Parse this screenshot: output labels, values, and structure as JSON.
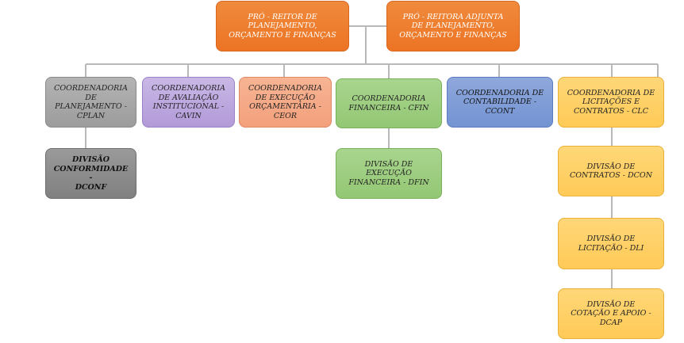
{
  "top": {
    "pro_reitor": "PRÓ - REITOR DE\nPLANEJAMENTO,\nORÇAMENTO E FINANÇAS",
    "pro_reitora_adjunta": "PRÓ - REITORA ADJUNTA\nDE PLANEJAMENTO,\nORÇAMENTO E FINANÇAS"
  },
  "coordenadorias": [
    {
      "label": "COORDENADORIA\nDE\nPLANEJAMENTO -\nCPLAN"
    },
    {
      "label": "COORDENADORIA\nDE AVALIAÇÃO\nINSTITUCIONAL -\nCAVIN"
    },
    {
      "label": "COORDENADORIA\nDE EXECUÇÃO\nORÇAMENTÁRIA -\nCEOR"
    },
    {
      "label": "COORDENADORIA\nFINANCEIRA - CFIN"
    },
    {
      "label": "COORDENADORIA DE\nCONTABILIDADE -\nCCONT"
    },
    {
      "label": "COORDENADORIA DE\nLICITAÇÕES E\nCONTRATOS - CLC"
    }
  ],
  "divisoes": {
    "dconf": "DIVISÃO\nCONFORMIDADE -\nDCONF",
    "dfin": "DIVISÃO DE\nEXECUÇÃO\nFINANCEIRA - DFIN",
    "dcon": "DIVISÃO DE\nCONTRATOS - DCON",
    "dli": "DIVISÃO DE\nLICITAÇÃO - DLI",
    "dcap": "DIVISÃO DE\nCOTAÇÃO E APOIO -\nDCAP"
  }
}
